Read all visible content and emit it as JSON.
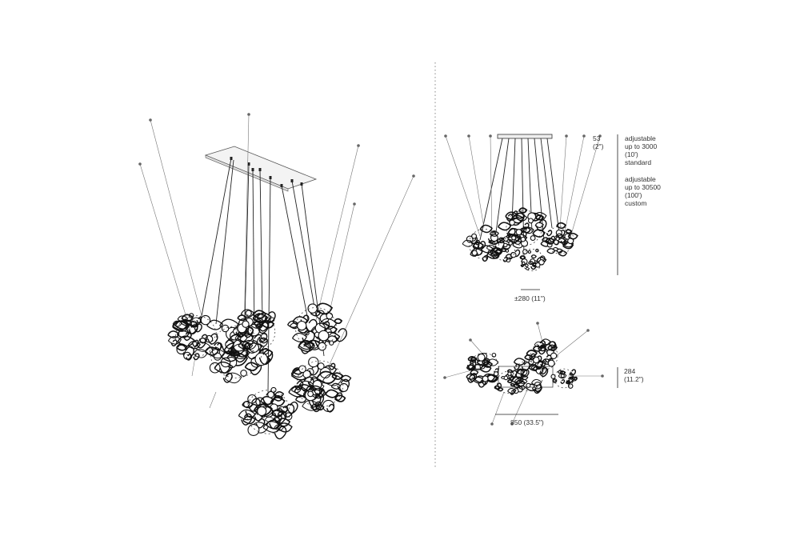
{
  "side_view": {
    "canopy_depth": "53",
    "canopy_depth_in": "(2\")",
    "cable_standard": [
      "adjustable",
      "up to 3000",
      "(10')",
      "standard"
    ],
    "cable_custom": [
      "adjustable",
      "up to 30500",
      "(100')",
      "custom"
    ],
    "cluster_width": "±280 (11\")"
  },
  "top_view": {
    "depth": "284",
    "depth_in": "(11.2\")",
    "length": "850 (33.5\")"
  },
  "colors": {
    "line": "#111111",
    "thin_line": "#777777",
    "divider": "#888888"
  }
}
